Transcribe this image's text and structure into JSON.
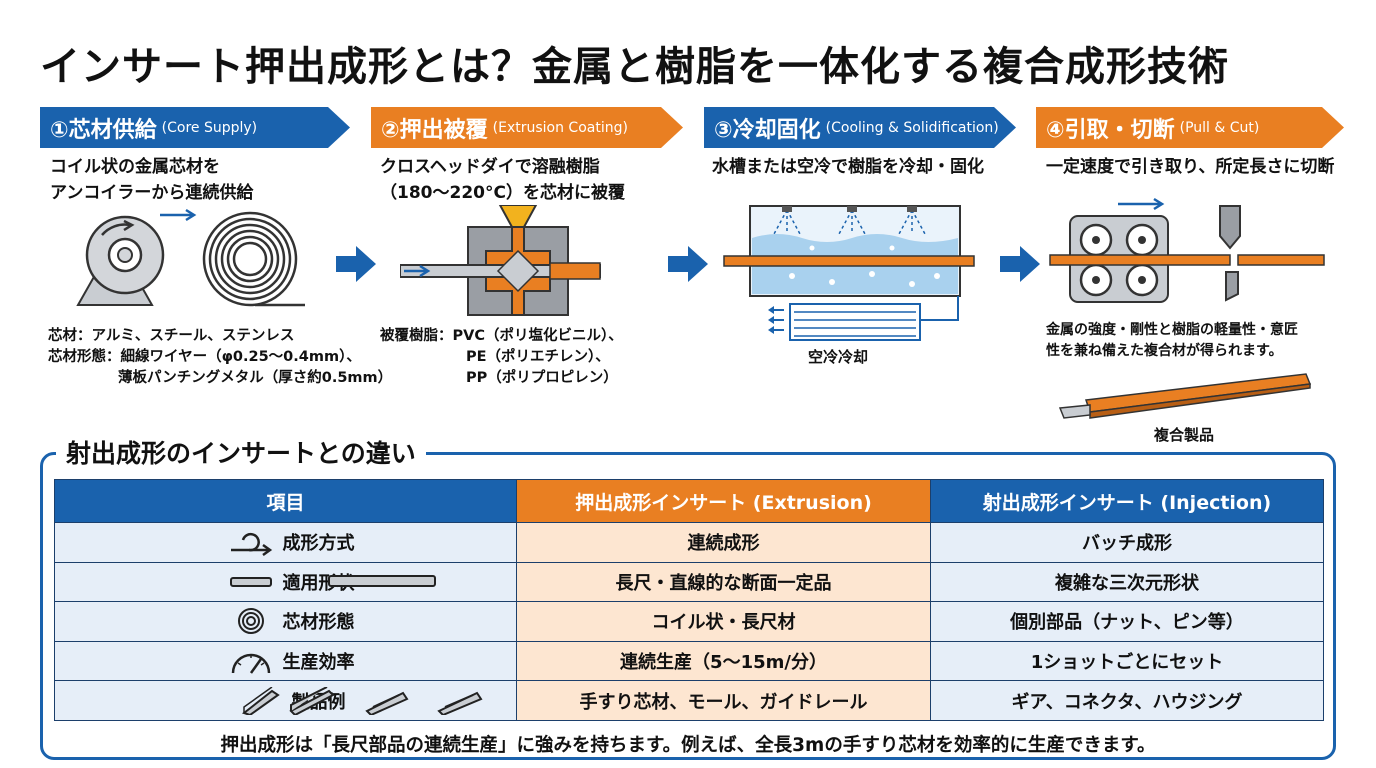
{
  "title": "インサート押出成形とは？金属と樹脂を一体化する複合成形技術",
  "colors": {
    "blue": "#1a62ad",
    "orange": "#e97f22",
    "orange_light": "#fde6d1",
    "blue_light": "#e6eef8"
  },
  "steps": [
    {
      "label": "①芯材供給",
      "en": "(Core Supply)",
      "desc1": "コイル状の金属芯材を",
      "desc2": "アンコイラーから連続供給"
    },
    {
      "label": "②押出被覆",
      "en": "(Extrusion Coating)",
      "desc1": "クロスヘッドダイで溶融樹脂",
      "desc2": "（180〜220°C）を芯材に被覆"
    },
    {
      "label": "③冷却固化",
      "en": "(Cooling & Solidification)",
      "desc1": "水槽または空冷で樹脂を冷却・固化",
      "caption": "空冷冷却"
    },
    {
      "label": "④引取・切断",
      "en": "(Pull & Cut)",
      "desc1": "一定速度で引き取り、所定長さに切断",
      "note1": "金属の強度・剛性と樹脂の軽量性・意匠",
      "note2": "性を兼ね備えた複合材が得られます。",
      "caption": "複合製品"
    }
  ],
  "step1_notes": {
    "line1": "芯材：アルミ、スチール、ステンレス",
    "line2": "芯材形態：細線ワイヤー（φ0.25〜0.4mm）、",
    "line3": "薄板パンチングメタル（厚さ約0.5mm）"
  },
  "step2_notes": {
    "line1": "被覆樹脂：PVC（ポリ塩化ビニル）、",
    "line2": "PE（ポリエチレン）、",
    "line3": "PP（ポリプロピレン）"
  },
  "compare": {
    "title": "射出成形のインサートとの違い",
    "headers": [
      "項目",
      "押出成形インサート (Extrusion)",
      "射出成形インサート (Injection)"
    ],
    "rows": [
      {
        "icon": "loop-arrow-icon",
        "item": "成形方式",
        "extrusion": "連続成形",
        "injection": "バッチ成形"
      },
      {
        "icon": "bar-icon",
        "item": "適用形状",
        "extrusion": "長尺・直線的な断面一定品",
        "injection": "複雑な三次元形状"
      },
      {
        "icon": "coil-icon",
        "item": "芯材形態",
        "extrusion": "コイル状・長尺材",
        "injection": "個別部品（ナット、ピン等）"
      },
      {
        "icon": "gauge-icon",
        "item": "生産効率",
        "extrusion": "連続生産（5〜15m/分）",
        "injection": "1ショットごとにセット"
      },
      {
        "icon": "profile-icon",
        "item": "製品例",
        "extrusion": "手すり芯材、モール、ガイドレール",
        "injection": "ギア、コネクタ、ハウジング"
      }
    ]
  },
  "footer": "押出成形は「長尺部品の連続生産」に強みを持ちます。例えば、全長3mの手すり芯材を効率的に生産できます。"
}
